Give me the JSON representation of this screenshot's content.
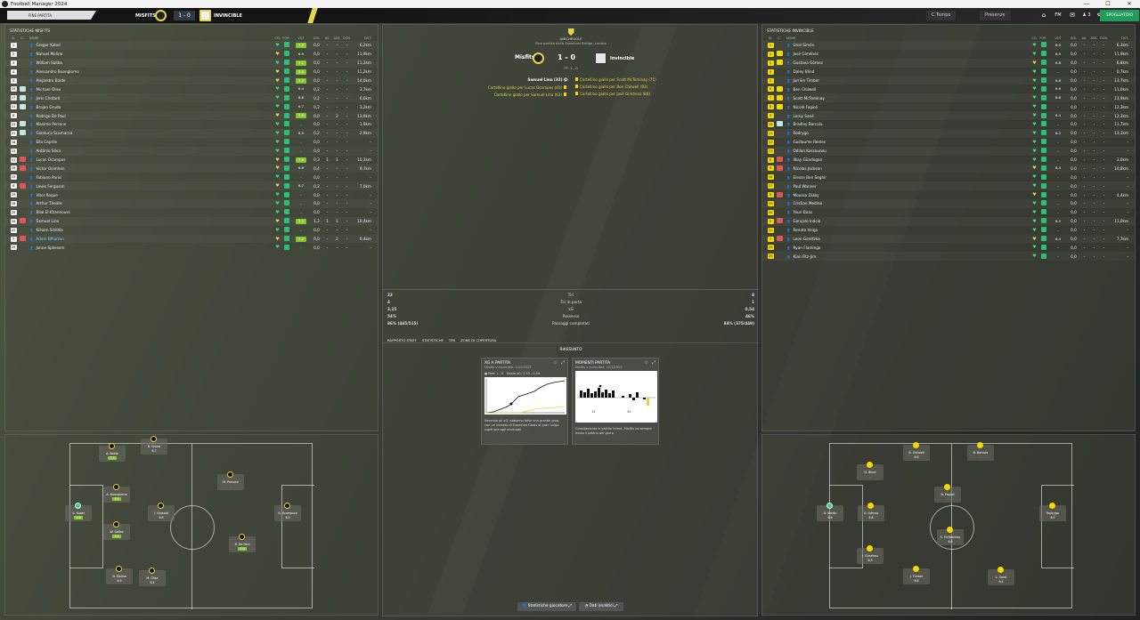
{
  "window": {
    "title": "Football Manager 2024",
    "minimize": "—",
    "maximize": "☐",
    "close": "✕"
  },
  "topbar": {
    "status_label": "FINE PARTITA",
    "home_team": "MISFITS",
    "score": "1 - 0",
    "away_team": "INVINCIBLE",
    "nav_tabs": [
      "C Tempo",
      "Presenze"
    ],
    "icons": [
      "home-icon",
      "fm-icon",
      "inbox-icon",
      "notifications-icon",
      "settings-icon"
    ],
    "fm_label": "FM",
    "notif_label": "♟ 3",
    "continue_label": "SPOGLIATOIO"
  },
  "left": {
    "title": "STATISTICHE MISFITS",
    "headers": [
      "N.",
      "C.",
      "NOME",
      "CO.",
      "FOR.",
      "VOT",
      "GOL",
      "AS.",
      "ASS.",
      "OCN.",
      "DST."
    ],
    "players": [
      {
        "num": "1",
        "pos": "",
        "name": "Gregor Kobel",
        "cond": "g",
        "vot": "7.3",
        "vg": true,
        "gol": "0,0",
        "as": "-",
        "ass": "-",
        "ocn": "-",
        "dst": "6,2km"
      },
      {
        "num": "2",
        "pos": "",
        "name": "Nahuel Molina",
        "cond": "y",
        "vot": "6.9",
        "vg": false,
        "gol": "0,0",
        "as": "-",
        "ass": "-",
        "ocn": "-",
        "dst": "11,9km"
      },
      {
        "num": "3",
        "pos": "",
        "name": "William Saliba",
        "cond": "g",
        "vot": "7.1",
        "vg": true,
        "gol": "0,0",
        "as": "-",
        "ass": "-",
        "ocn": "-",
        "dst": "11,2km"
      },
      {
        "num": "4",
        "pos": "",
        "name": "Alessandro Buongiorno",
        "cond": "y",
        "vot": "7.0",
        "vg": true,
        "gol": "0,0",
        "as": "-",
        "ass": "-",
        "ocn": "-",
        "dst": "11,2km"
      },
      {
        "num": "5",
        "pos": "",
        "name": "Alejandro Balde",
        "cond": "y",
        "vot": "7.3",
        "vg": true,
        "gol": "0,0",
        "as": "-",
        "ass": "-",
        "ocn": "-",
        "dst": "14,0km"
      },
      {
        "num": "14",
        "pos": "",
        "name": "Michael Olise",
        "cond": "g",
        "vot": "6.4",
        "vg": false,
        "gol": "0,2",
        "as": "-",
        "ass": "-",
        "ocn": "-",
        "dst": "3,7km"
      },
      {
        "num": "17",
        "pos": "",
        "name": "Joris Chotard",
        "cond": "g",
        "vot": "6.8",
        "vg": false,
        "gol": "0,2",
        "as": "-",
        "ass": "-",
        "ocn": "-",
        "dst": "6,6km"
      },
      {
        "num": "11",
        "pos": "",
        "name": "Brajan Gruda",
        "cond": "g",
        "vot": "6.7",
        "vg": false,
        "gol": "0,2",
        "as": "-",
        "ass": "-",
        "ocn": "-",
        "dst": "3,2km"
      },
      {
        "num": "8",
        "pos": "",
        "name": "Rodrigo De Paul",
        "cond": "y",
        "vot": "7.0",
        "vg": true,
        "gol": "0,0",
        "as": "-",
        "ass": "2",
        "ocn": "-",
        "dst": "13,9km"
      },
      {
        "num": "23",
        "pos": "",
        "name": "Maximo Perrone",
        "cond": "g",
        "vot": "-",
        "vg": false,
        "gol": "0,0",
        "as": "-",
        "ass": "-",
        "ocn": "-",
        "dst": "1,9km"
      },
      {
        "num": "21",
        "pos": "",
        "name": "Gianluca Scamacca",
        "cond": "g",
        "vot": "6.5",
        "vg": false,
        "gol": "0,2",
        "as": "-",
        "ass": "-",
        "ocn": "-",
        "dst": "2,9km"
      },
      {
        "num": "16",
        "pos": "",
        "name": "Ella Caprile",
        "cond": "g",
        "vot": "-",
        "vg": false,
        "gol": "0,0",
        "as": "-",
        "ass": "-",
        "ocn": "-",
        "dst": "-"
      },
      {
        "num": "13",
        "pos": "",
        "name": "António Silva",
        "cond": "g",
        "vot": "-",
        "vg": false,
        "gol": "0,0",
        "as": "-",
        "ass": "-",
        "ocn": "-",
        "dst": "-"
      },
      {
        "num": "11",
        "pos": "",
        "name": "Lucas Ocampos",
        "cond": "y",
        "vot": "7.0",
        "vg": true,
        "gol": "0,3",
        "as": "1",
        "ass": "1",
        "ocn": "-",
        "dst": "10,2km"
      },
      {
        "num": "16",
        "pos": "",
        "name": "Victor Osimhen",
        "cond": "y",
        "vot": "6.8",
        "vg": false,
        "gol": "0,4",
        "as": "-",
        "ass": "-",
        "ocn": "-",
        "dst": "9,7km"
      },
      {
        "num": "15",
        "pos": "",
        "name": "Fabiano Parisi",
        "cond": "g",
        "vot": "-",
        "vg": false,
        "gol": "0,0",
        "as": "-",
        "ass": "-",
        "ocn": "-",
        "dst": "-"
      },
      {
        "num": "6",
        "pos": "",
        "name": "Lewis Ferguson",
        "cond": "y",
        "vot": "6.7",
        "vg": false,
        "gol": "0,2",
        "as": "-",
        "ass": "-",
        "ocn": "-",
        "dst": "7,0km"
      },
      {
        "num": "19",
        "pos": "",
        "name": "Vitor Roque",
        "cond": "g",
        "vot": "-",
        "vg": false,
        "gol": "0,0",
        "as": "-",
        "ass": "-",
        "ocn": "-",
        "dst": "-"
      },
      {
        "num": "18",
        "pos": "",
        "name": "Arthur Theate",
        "cond": "g",
        "vot": "-",
        "vg": false,
        "gol": "0,0",
        "as": "-",
        "ass": "-",
        "ocn": "-",
        "dst": "-"
      },
      {
        "num": "20",
        "pos": "",
        "name": "Bilal El Khannouss",
        "cond": "g",
        "vot": "-",
        "vg": false,
        "gol": "0,0",
        "as": "-",
        "ass": "-",
        "ocn": "-",
        "dst": "-"
      },
      {
        "num": "10",
        "pos": "",
        "name": "Samuel Lino",
        "cond": "y",
        "vot": "7.5",
        "vg": true,
        "gol": "1,3",
        "as": "1",
        "ass": "1",
        "ocn": "-",
        "dst": "10,4km"
      },
      {
        "num": "22",
        "pos": "",
        "name": "Killiam Sildillia",
        "cond": "g",
        "vot": "-",
        "vg": false,
        "gol": "0,0",
        "as": "-",
        "ass": "-",
        "ocn": "-",
        "dst": "-"
      },
      {
        "num": "7",
        "pos": "",
        "name": "Adam Wharton",
        "cond": "y",
        "vot": "7.2",
        "vg": true,
        "gol": "0,0",
        "as": "-",
        "ass": "2",
        "ocn": "-",
        "dst": "0,4km",
        "hl": true
      },
      {
        "num": "24",
        "pos": "",
        "name": "Jonne Spliesers",
        "cond": "g",
        "vot": "-",
        "vg": false,
        "gol": "0,0",
        "as": "-",
        "ass": "-",
        "ocn": "-",
        "dst": "-"
      }
    ]
  },
  "center": {
    "competition": "AMICHEVOLE",
    "venue": "Fine partita dallo Stamford Bridge, Londra",
    "home_team": "Misfits",
    "score": "1 - 0",
    "away_team": "Invincible",
    "halftime": "PT: 1 - 0",
    "home_events": [
      "Samuel Lino (32)",
      "Cartellino giallo per Lucas Ocampos (40)",
      "Cartellino giallo per Samuel Lino (63)"
    ],
    "away_events": [
      "Cartellino giallo per Scott McTominay (71)",
      "Cartellino giallo per Ben Chilwell (83)",
      "Cartellino giallo per José Giménez (88)"
    ],
    "stats": [
      {
        "label": "Tiri",
        "home": "22",
        "away": "8"
      },
      {
        "label": "Tiri in porta",
        "home": "4",
        "away": "1"
      },
      {
        "label": "xG",
        "home": "3,15",
        "away": "0,54"
      },
      {
        "label": "Possesso",
        "home": "54%",
        "away": "46%"
      },
      {
        "label": "Passaggi completati",
        "home": "86% (445/515)",
        "away": "84% (375/449)"
      }
    ],
    "subtabs": [
      "RAPPORTO STAFF",
      "STATISTICHE",
      "TIRI",
      "ZONE DI COPERTURA"
    ],
    "summary_title": "RIASSUNTO",
    "card_xg": {
      "title": "XG A PARTITA",
      "subtitle": "Misfits v Invincible, 12/2/2023",
      "legend_reti": "Reti: 1 - 0",
      "legend_tot": "Totale xG: 3,15 - 0,54",
      "text": "Secondo gli xG, abbiamo fatto una grande gara, con un numero di Expected Goals di gran lunga superiore agli avversari."
    },
    "card_mom": {
      "title": "MOMENTI PARTITA",
      "subtitle": "Misfits v Invincible, 12/2/2023",
      "tick1": "15",
      "tick2": "30",
      "text": "Considerando la partita intera, Misfits ha sempre avuto il pallino del gioco."
    },
    "btn_players": "Statistiche giocatore",
    "btn_analytics": "Dati analitici"
  },
  "right": {
    "title": "STATISTICHE INVINCIBLE",
    "headers": [
      "N.",
      "C.",
      "NOME",
      "CO.",
      "FOR.",
      "VOT",
      "GOL",
      "AS.",
      "ASS.",
      "OCN.",
      "DST."
    ],
    "players": [
      {
        "num": "1",
        "name": "Unai Simón",
        "cond": "g",
        "vot": "6.9",
        "gol": "0,0",
        "as": "-",
        "ass": "-",
        "ocn": "-",
        "dst": "6,3km"
      },
      {
        "num": "2",
        "name": "José Giménez",
        "cond": "g",
        "vot": "6.9",
        "gol": "0,0",
        "as": "-",
        "ass": "-",
        "ocn": "-",
        "dst": "11,9km"
      },
      {
        "num": "3",
        "name": "Gustavo Gómez",
        "cond": "y",
        "vot": "6.8",
        "gol": "0,0",
        "as": "-",
        "ass": "-",
        "ocn": "-",
        "dst": "6,8km"
      },
      {
        "num": "4",
        "name": "Daley Blind",
        "cond": "g",
        "vot": "-",
        "gol": "0,0",
        "as": "-",
        "ass": "-",
        "ocn": "-",
        "dst": "0,7km"
      },
      {
        "num": "5",
        "name": "Jurriën Timber",
        "cond": "g",
        "vot": "6.8",
        "gol": "0,0",
        "as": "-",
        "ass": "-",
        "ocn": "-",
        "dst": "13,7km"
      },
      {
        "num": "6",
        "name": "Ben Chilwell",
        "cond": "g",
        "vot": "6.6",
        "gol": "0,0",
        "as": "-",
        "ass": "-",
        "ocn": "-",
        "dst": "11,0km"
      },
      {
        "num": "7",
        "name": "Scott McTominay",
        "cond": "g",
        "vot": "6.6",
        "gol": "0,0",
        "as": "-",
        "ass": "-",
        "ocn": "-",
        "dst": "13,9km"
      },
      {
        "num": "8",
        "name": "Nicolò Fagioli",
        "cond": "g",
        "vot": "-",
        "gol": "0,0",
        "as": "-",
        "ass": "-",
        "ocn": "-",
        "dst": "12,3km"
      },
      {
        "num": "9",
        "name": "Leroy Sané",
        "cond": "g",
        "vot": "6.4",
        "gol": "0,0",
        "as": "-",
        "ass": "-",
        "ocn": "-",
        "dst": "12,3km"
      },
      {
        "num": "10",
        "name": "Bradley Barcola",
        "cond": "g",
        "vot": "-",
        "gol": "0,0",
        "as": "-",
        "ass": "-",
        "ocn": "-",
        "dst": "11,7km"
      },
      {
        "num": "11",
        "name": "Rodrygo",
        "cond": "g",
        "vot": "6.5",
        "gol": "0,0",
        "as": "-",
        "ass": "-",
        "ocn": "-",
        "dst": "13,1km"
      },
      {
        "num": "12",
        "name": "Guillaume Restes",
        "cond": "g",
        "vot": "-",
        "gol": "0,0",
        "as": "-",
        "ass": "-",
        "ocn": "-",
        "dst": "-"
      },
      {
        "num": "13",
        "name": "Odilon Kossounou",
        "cond": "g",
        "vot": "-",
        "gol": "0,0",
        "as": "-",
        "ass": "-",
        "ocn": "-",
        "dst": "-"
      },
      {
        "num": "8",
        "name": "Ilkay Gündogan",
        "cond": "g",
        "vot": "-",
        "gol": "0,0",
        "as": "-",
        "ass": "-",
        "ocn": "-",
        "dst": "2,0km"
      },
      {
        "num": "9",
        "name": "Nicolas Jackson",
        "cond": "y",
        "vot": "6.4",
        "gol": "0,0",
        "as": "-",
        "ass": "-",
        "ocn": "-",
        "dst": "10,8km"
      },
      {
        "num": "16",
        "name": "Elesse Ben Seghir",
        "cond": "g",
        "vot": "-",
        "gol": "0,0",
        "as": "-",
        "ass": "-",
        "ocn": "-",
        "dst": "-"
      },
      {
        "num": "17",
        "name": "Paul Wanner",
        "cond": "g",
        "vot": "-",
        "gol": "0,0",
        "as": "-",
        "ass": "-",
        "ocn": "-",
        "dst": "-"
      },
      {
        "num": "8",
        "name": "Moussa Diaby",
        "cond": "y",
        "vot": "-",
        "gol": "0,0",
        "as": "-",
        "ass": "-",
        "ocn": "-",
        "dst": "4,4km"
      },
      {
        "num": "19",
        "name": "Cristian Medina",
        "cond": "g",
        "vot": "-",
        "gol": "0,0",
        "as": "-",
        "ass": "-",
        "ocn": "-",
        "dst": "-"
      },
      {
        "num": "20",
        "name": "Youri Baas",
        "cond": "g",
        "vot": "-",
        "gol": "0,0",
        "as": "-",
        "ass": "-",
        "ocn": "-",
        "dst": "-"
      },
      {
        "num": "5",
        "name": "Gonçalo Inácio",
        "cond": "g",
        "vot": "6.5",
        "gol": "0,0",
        "as": "-",
        "ass": "-",
        "ocn": "-",
        "dst": "11,0km"
      },
      {
        "num": "22",
        "name": "Renato Veiga",
        "cond": "g",
        "vot": "-",
        "gol": "0,0",
        "as": "-",
        "ass": "-",
        "ocn": "-",
        "dst": "-"
      },
      {
        "num": "7",
        "name": "Leon Goretzka",
        "cond": "y",
        "vot": "6.4",
        "gol": "0,0",
        "as": "-",
        "ass": "-",
        "ocn": "-",
        "dst": "7,7km"
      },
      {
        "num": "24",
        "name": "Ryan Flamingo",
        "cond": "g",
        "vot": "-",
        "gol": "0,0",
        "as": "-",
        "ass": "-",
        "ocn": "-",
        "dst": "-"
      },
      {
        "num": "25",
        "name": "Kian Fitz-Jim",
        "cond": "g",
        "vot": "-",
        "gol": "0,0",
        "as": "-",
        "ass": "-",
        "ocn": "-",
        "dst": "-"
      }
    ]
  },
  "pitch_left": [
    {
      "name": "A. Balde",
      "rt": "7.3",
      "g": true
    },
    {
      "name": "B. Gruda",
      "rt": "6.7",
      "g": false
    },
    {
      "name": "A. Buongiorno",
      "rt": "7.0",
      "g": true
    },
    {
      "name": "M. Perrone",
      "rt": "-",
      "g": false
    },
    {
      "name": "G. Kobel",
      "rt": "7.3",
      "g": true,
      "gk": true
    },
    {
      "name": "J. Chotard",
      "rt": "6.8",
      "g": false
    },
    {
      "name": "G. Scamacca",
      "rt": "6.5",
      "g": false
    },
    {
      "name": "W. Saliba",
      "rt": "7.1",
      "g": true
    },
    {
      "name": "R. De Paul",
      "rt": "7.0",
      "g": true
    },
    {
      "name": "N. Molina",
      "rt": "6.9",
      "g": false
    },
    {
      "name": "M. Olise",
      "rt": "6.4",
      "g": false
    }
  ],
  "pitch_right": [
    {
      "name": "B. Chilwell",
      "rt": "6.6"
    },
    {
      "name": "B. Barcola",
      "rt": "-"
    },
    {
      "name": "D. Blind",
      "rt": "-"
    },
    {
      "name": "N. Fagioli",
      "rt": "-"
    },
    {
      "name": "U. Simón",
      "rt": "6.9",
      "gk": true
    },
    {
      "name": "G. Gómez",
      "rt": "6.8"
    },
    {
      "name": "Rodrygo",
      "rt": "6.5"
    },
    {
      "name": "S. McTominay",
      "rt": "6.6"
    },
    {
      "name": "J. Giménez",
      "rt": "6.9"
    },
    {
      "name": "J. Timber",
      "rt": "6.8"
    },
    {
      "name": "L. Sané",
      "rt": "6.4"
    }
  ]
}
